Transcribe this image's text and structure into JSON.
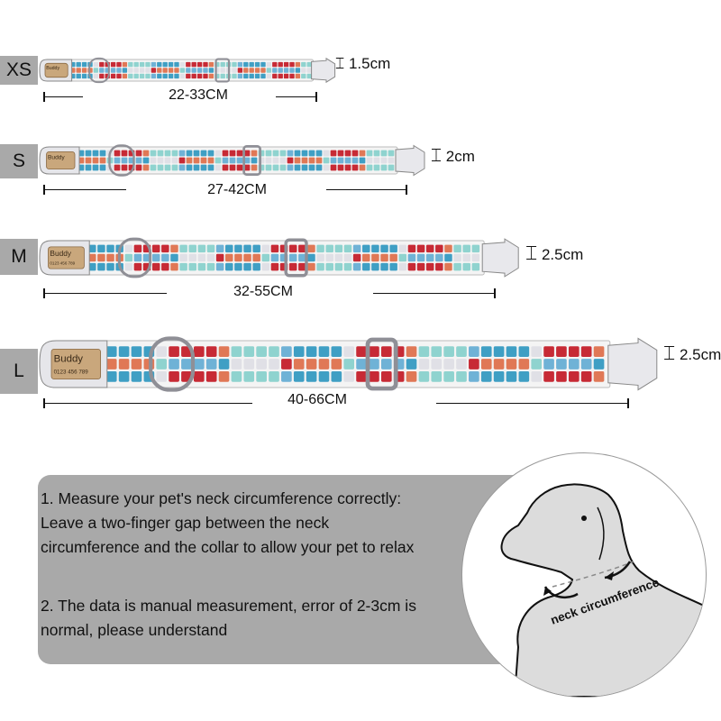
{
  "sizes": [
    {
      "tag": "XS",
      "range": "22-33CM",
      "width": "1.5cm"
    },
    {
      "tag": "S",
      "range": "27-42CM",
      "width": "2cm"
    },
    {
      "tag": "M",
      "range": "32-55CM",
      "width": "2.5cm"
    },
    {
      "tag": "L",
      "range": "40-66CM",
      "width": "2.5cm"
    }
  ],
  "nameplate": {
    "name": "Buddy",
    "phone": "0123 456 789"
  },
  "instructions": {
    "item1": [
      "1. Measure your pet's neck circumference correctly:",
      "Leave a two-finger gap between the neck",
      "circumference and the collar to allow your pet to relax"
    ],
    "item2": [
      "2. The data is manual measurement, error of 2-3cm is",
      "normal, please understand"
    ]
  },
  "illustration": {
    "label": "neck circumference"
  },
  "colors": {
    "tag_bg": "#a9a9a9",
    "panel_bg": "#a9a9a9",
    "squares": [
      "#3f9fc4",
      "#e0e0e6",
      "#c72a35",
      "#e07856",
      "#8fd3cf",
      "#6fb2d6"
    ]
  }
}
